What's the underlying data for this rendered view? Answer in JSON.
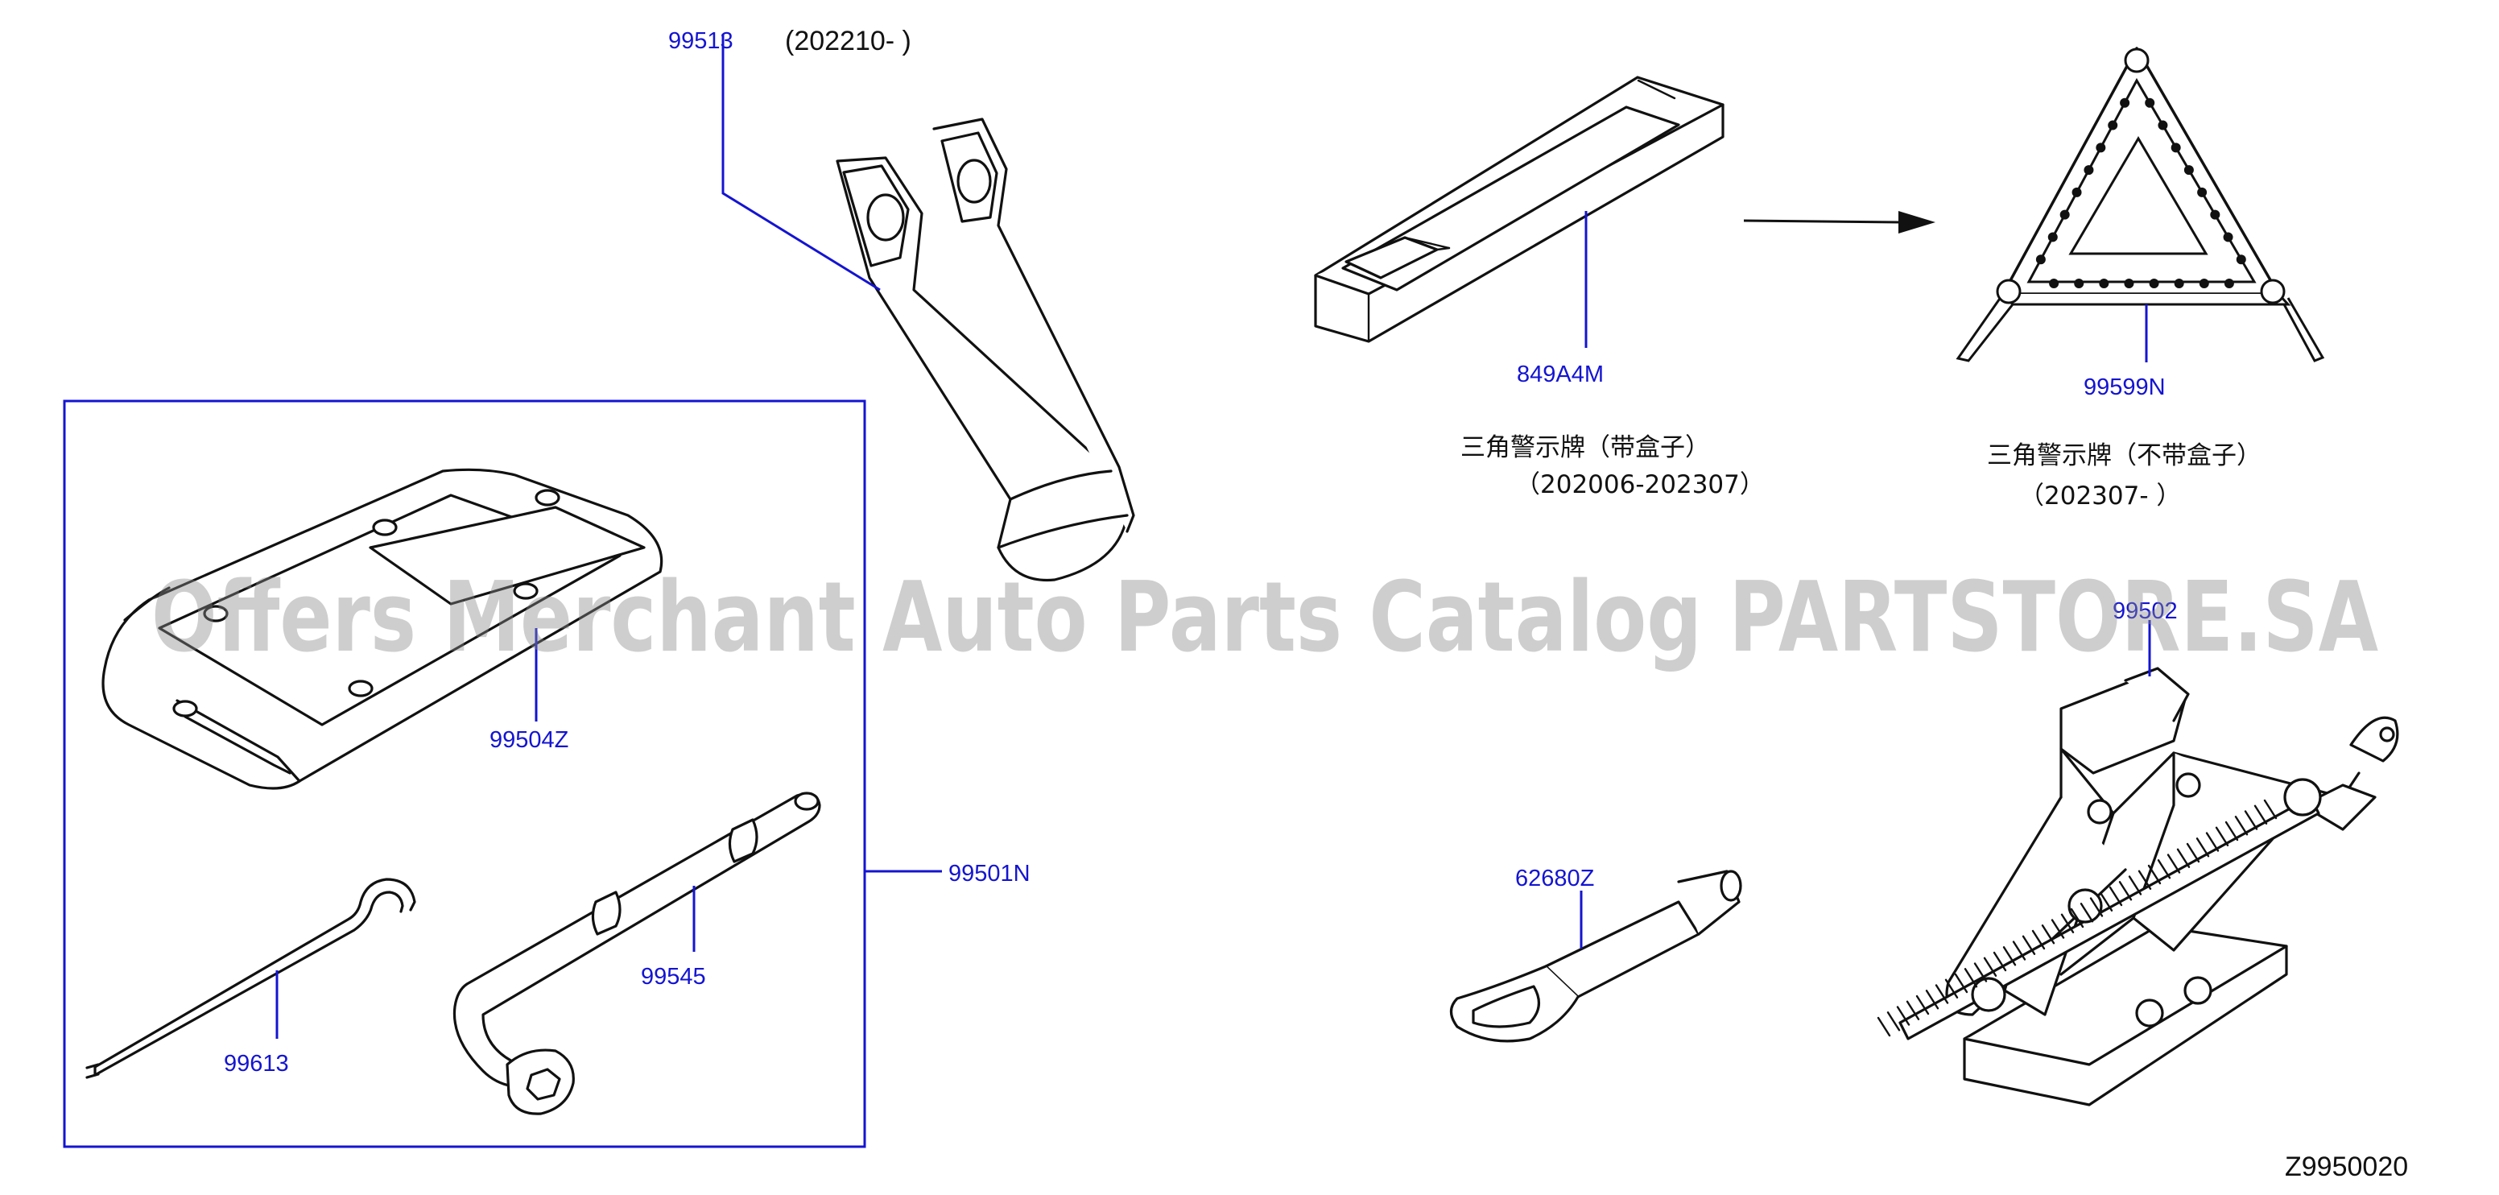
{
  "callouts": {
    "strap": {
      "number": "99513",
      "date": "(202210-        )"
    },
    "warning_box": {
      "number": "849A4M",
      "name": "三角警示牌（带盒子）",
      "date": "（202006-202307）"
    },
    "triangle": {
      "number": "99599N",
      "name": "三角警示牌（不带盒子）",
      "date": "（202307-                ）"
    },
    "jack": {
      "number": "99502"
    },
    "tool_kit_bracket": {
      "number": "99501N"
    },
    "tray": {
      "number": "99504Z"
    },
    "wrench": {
      "number": "99545"
    },
    "hook_rod": {
      "number": "99613"
    },
    "tow_hook": {
      "number": "62680Z"
    }
  },
  "diagram_code": "Z9950020",
  "watermark": "Offers Merchant Auto Parts Catalog PARTSTORE.SA",
  "colors": {
    "callout": "#1414d2",
    "frame": "#1414d2",
    "line_art": "#111111"
  }
}
